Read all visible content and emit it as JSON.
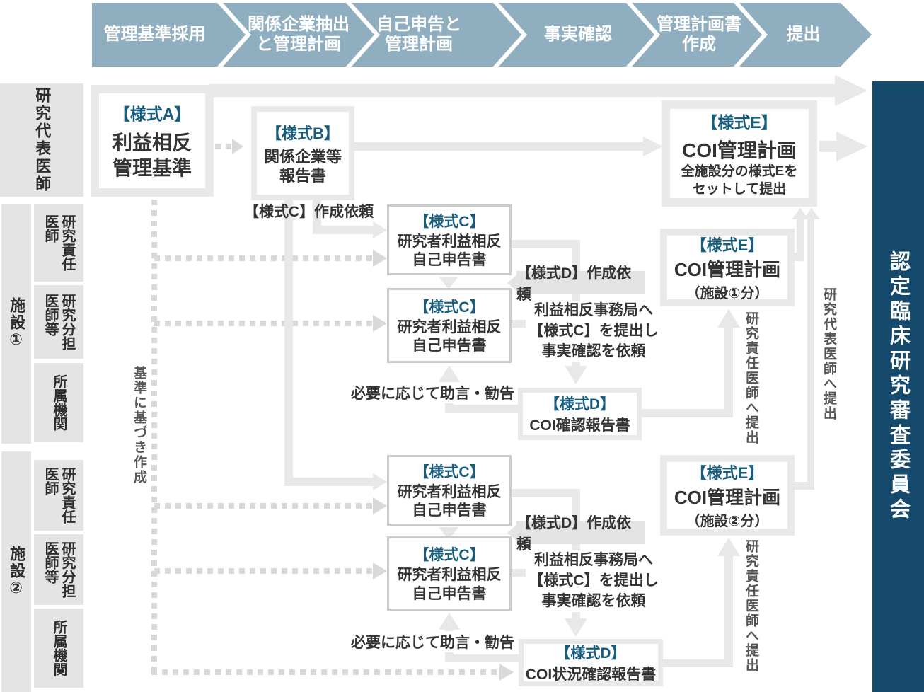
{
  "process_bar": {
    "steps": [
      "管理基準採用",
      "関係企業抽出\nと管理計画",
      "自己申告と\n管理計画",
      "事実確認",
      "管理計画書\n作成",
      "提出"
    ]
  },
  "lanes": {
    "lead": "研究代表医師",
    "site1": {
      "label": "施設①",
      "roles": [
        "研究責任\n医師",
        "研究分担\n医師等",
        "所属機関"
      ]
    },
    "site2": {
      "label": "施設②",
      "roles": [
        "研究責任\n医師",
        "研究分担\n医師等",
        "所属機関"
      ]
    }
  },
  "boxes": {
    "form_a": {
      "tag": "【様式A】",
      "title": "利益相反\n管理基準"
    },
    "form_b": {
      "tag": "【様式B】",
      "title": "関係企業等\n報告書"
    },
    "form_c": {
      "tag": "【様式C】",
      "title": "研究者利益相反\n自己申告書"
    },
    "form_d1": {
      "tag": "【様式D】",
      "title": "COI確認報告書"
    },
    "form_d2": {
      "tag": "【様式D】",
      "title": "COI状況確認報告書"
    },
    "form_e_main": {
      "tag": "【様式E】",
      "title": "COI管理計画",
      "subtitle": "全施設分の様式Eを\nセットして提出"
    },
    "form_e1": {
      "tag": "【様式E】",
      "title": "COI管理計画",
      "subtitle": "（施設①分）"
    },
    "form_e2": {
      "tag": "【様式E】",
      "title": "COI管理計画",
      "subtitle": "（施設②分）"
    }
  },
  "annotations": {
    "create_c": "【様式C】作成依頼",
    "create_d": "【様式D】作成依頼",
    "submit_office": "利益相反事務局へ\n【様式C】を提出し\n事実確認を依頼",
    "advice": "必要に応じて助言・勧告",
    "based_on": "基準に基づき作成",
    "submit_to_pi": "研究責任医師へ提出",
    "submit_to_lead": "研究代表医師へ提出"
  },
  "review_board": "認定臨床研究審査委員会",
  "colors": {
    "accent_teal": "#185d7d",
    "chevron_blue": "#8fafc0",
    "board_navy": "#154a6d",
    "line_gray": "#e8e8e8",
    "panel_gray": "#e4e4e4"
  }
}
